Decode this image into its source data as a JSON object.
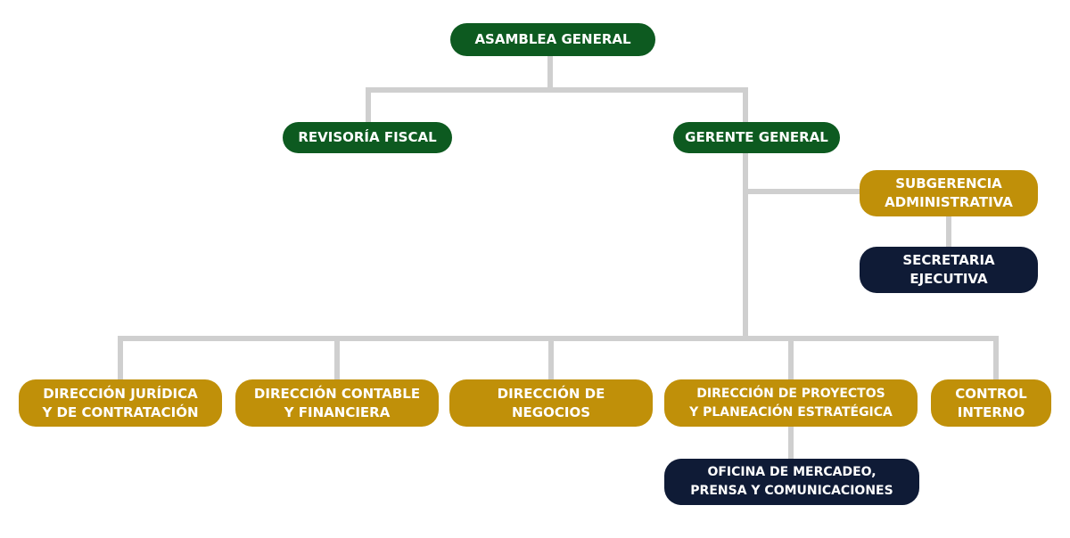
{
  "colors": {
    "green": "#0d5a20",
    "gold": "#c09009",
    "navy": "#0f1b36",
    "connector": "#cfcfcf"
  },
  "nodes": {
    "asamblea": {
      "lines": [
        "ASAMBLEA GENERAL"
      ]
    },
    "revisoria": {
      "lines": [
        "REVISORÍA FISCAL"
      ]
    },
    "gerente": {
      "lines": [
        "GERENTE GENERAL"
      ]
    },
    "subgerencia": {
      "lines": [
        "SUBGERENCIA",
        "ADMINISTRATIVA"
      ]
    },
    "secretaria": {
      "lines": [
        "SECRETARIA",
        "EJECUTIVA"
      ]
    },
    "juridica": {
      "lines": [
        "DIRECCIÓN JURÍDICA",
        "Y DE CONTRATACIÓN"
      ]
    },
    "contable": {
      "lines": [
        "DIRECCIÓN CONTABLE",
        "Y FINANCIERA"
      ]
    },
    "negocios": {
      "lines": [
        "DIRECCIÓN DE",
        "NEGOCIOS"
      ]
    },
    "proyectos": {
      "lines": [
        "DIRECCIÓN DE PROYECTOS",
        "Y PLANEACIÓN ESTRATÉGICA"
      ]
    },
    "control": {
      "lines": [
        "CONTROL",
        "INTERNO"
      ]
    },
    "oficina": {
      "lines": [
        "OFICINA DE MERCADEO,",
        "PRENSA Y COMUNICACIONES"
      ]
    }
  }
}
